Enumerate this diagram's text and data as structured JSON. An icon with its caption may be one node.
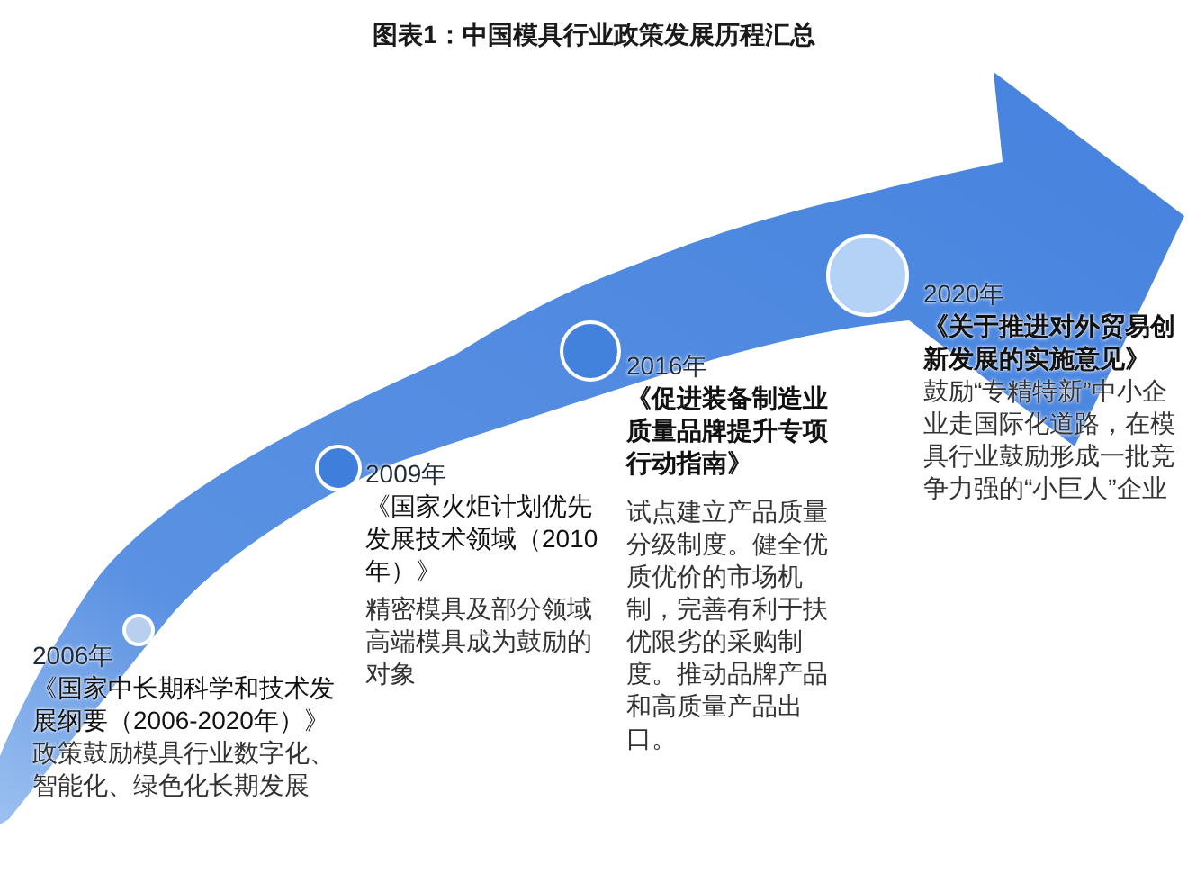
{
  "diagram": {
    "title": "图表1：中国模具行业政策发展历程汇总",
    "nodes": [
      {
        "text": [],
        "shape": "circle",
        "beside": [
          "2006年",
          "《国家中长期科学和技术发展纲要（2006-2020年）》",
          "政策鼓励模具行业数字化、智能化、绿色化长期发展"
        ]
      },
      {
        "text": [],
        "shape": "circle",
        "beside": [
          "2009年",
          "《国家火炬计划优先发展技术领域（2010年）》",
          "精密模具及部分领域高端模具成为鼓励的对象"
        ]
      },
      {
        "text": [],
        "shape": "circle",
        "beside": [
          "2016年",
          "《促进装备制造业质量品牌提升专项行动指南》",
          "试点建立产品质量分级制度。健全优质优价的市场机制，完善有利于扶优限劣的采购制度。推动品牌产品和高质量产品出口。"
        ]
      },
      {
        "text": [],
        "shape": "circle",
        "beside": [
          "2020年",
          "《关于推进对外贸易创新发展的实施意见》",
          "鼓励“专精特新”中小企业走国际化道路，在模具行业鼓励形成一批竞争力强的“小巨人”企业"
        ]
      }
    ]
  }
}
